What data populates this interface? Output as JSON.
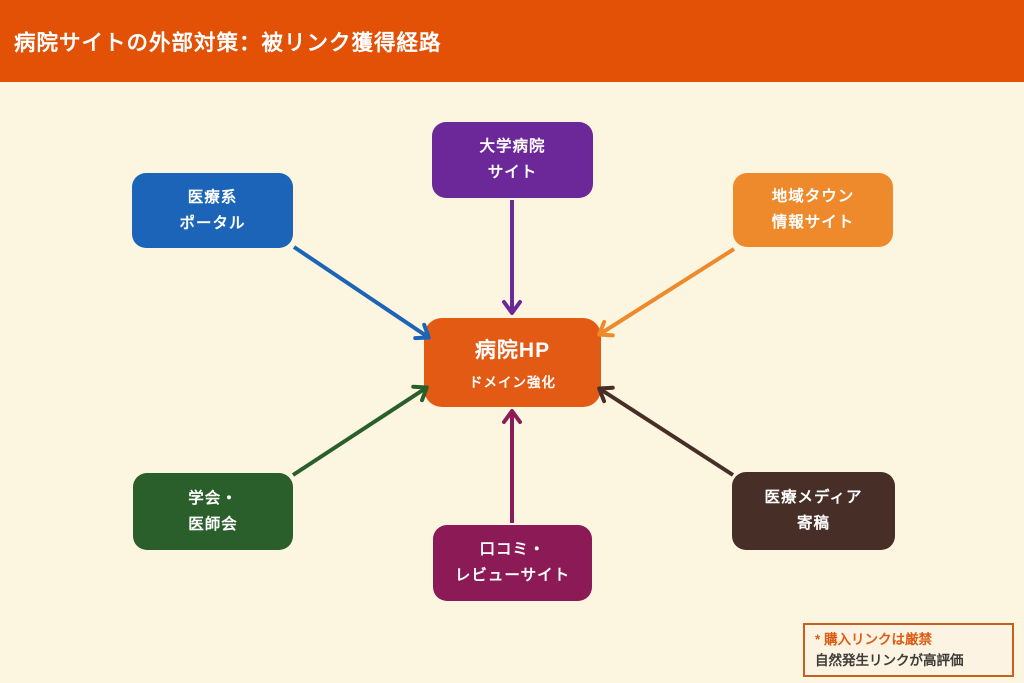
{
  "page": {
    "background": "#FCF5DF"
  },
  "header": {
    "title": "病院サイトの外部対策：被リンク獲得経路",
    "bg": "#E25106",
    "text_color": "#FFFFFF"
  },
  "center": {
    "title": "病院HP",
    "subtitle": "ドメイン強化",
    "color": "#E25A14"
  },
  "nodes": [
    {
      "id": "university-hospital-site",
      "line1": "大学病院",
      "line2": "サイト",
      "color": "#6C2799"
    },
    {
      "id": "medical-portal",
      "line1": "医療系",
      "line2": "ポータル",
      "color": "#1B64B7"
    },
    {
      "id": "local-town-info-site",
      "line1": "地域タウン",
      "line2": "情報サイト",
      "color": "#EE8A2C"
    },
    {
      "id": "academic-society",
      "line1": "学会・",
      "line2": "医師会",
      "color": "#2A5E2A"
    },
    {
      "id": "review-site",
      "line1": "口コミ・",
      "line2": "レビューサイト",
      "color": "#8C1A57"
    },
    {
      "id": "medical-media",
      "line1": "医療メディア",
      "line2": "寄稿",
      "color": "#472F28"
    }
  ],
  "arrows": [
    {
      "from": "university-hospital-site",
      "to": "hospital-hp",
      "color": "#6C2799"
    },
    {
      "from": "medical-portal",
      "to": "hospital-hp",
      "color": "#1B64B7"
    },
    {
      "from": "local-town-info-site",
      "to": "hospital-hp",
      "color": "#EE8A2C"
    },
    {
      "from": "academic-society",
      "to": "hospital-hp",
      "color": "#2A5E2A"
    },
    {
      "from": "review-site",
      "to": "hospital-hp",
      "color": "#8C1A57"
    },
    {
      "from": "medical-media",
      "to": "hospital-hp",
      "color": "#472F28"
    }
  ],
  "note": {
    "line1": "* 購入リンクは厳禁",
    "line2": "自然発生リンクが高評価",
    "border_color": "#C95F1C",
    "bg": "#FCF3E2",
    "accent_color": "#D95E14",
    "text_color": "#3E3C38"
  }
}
